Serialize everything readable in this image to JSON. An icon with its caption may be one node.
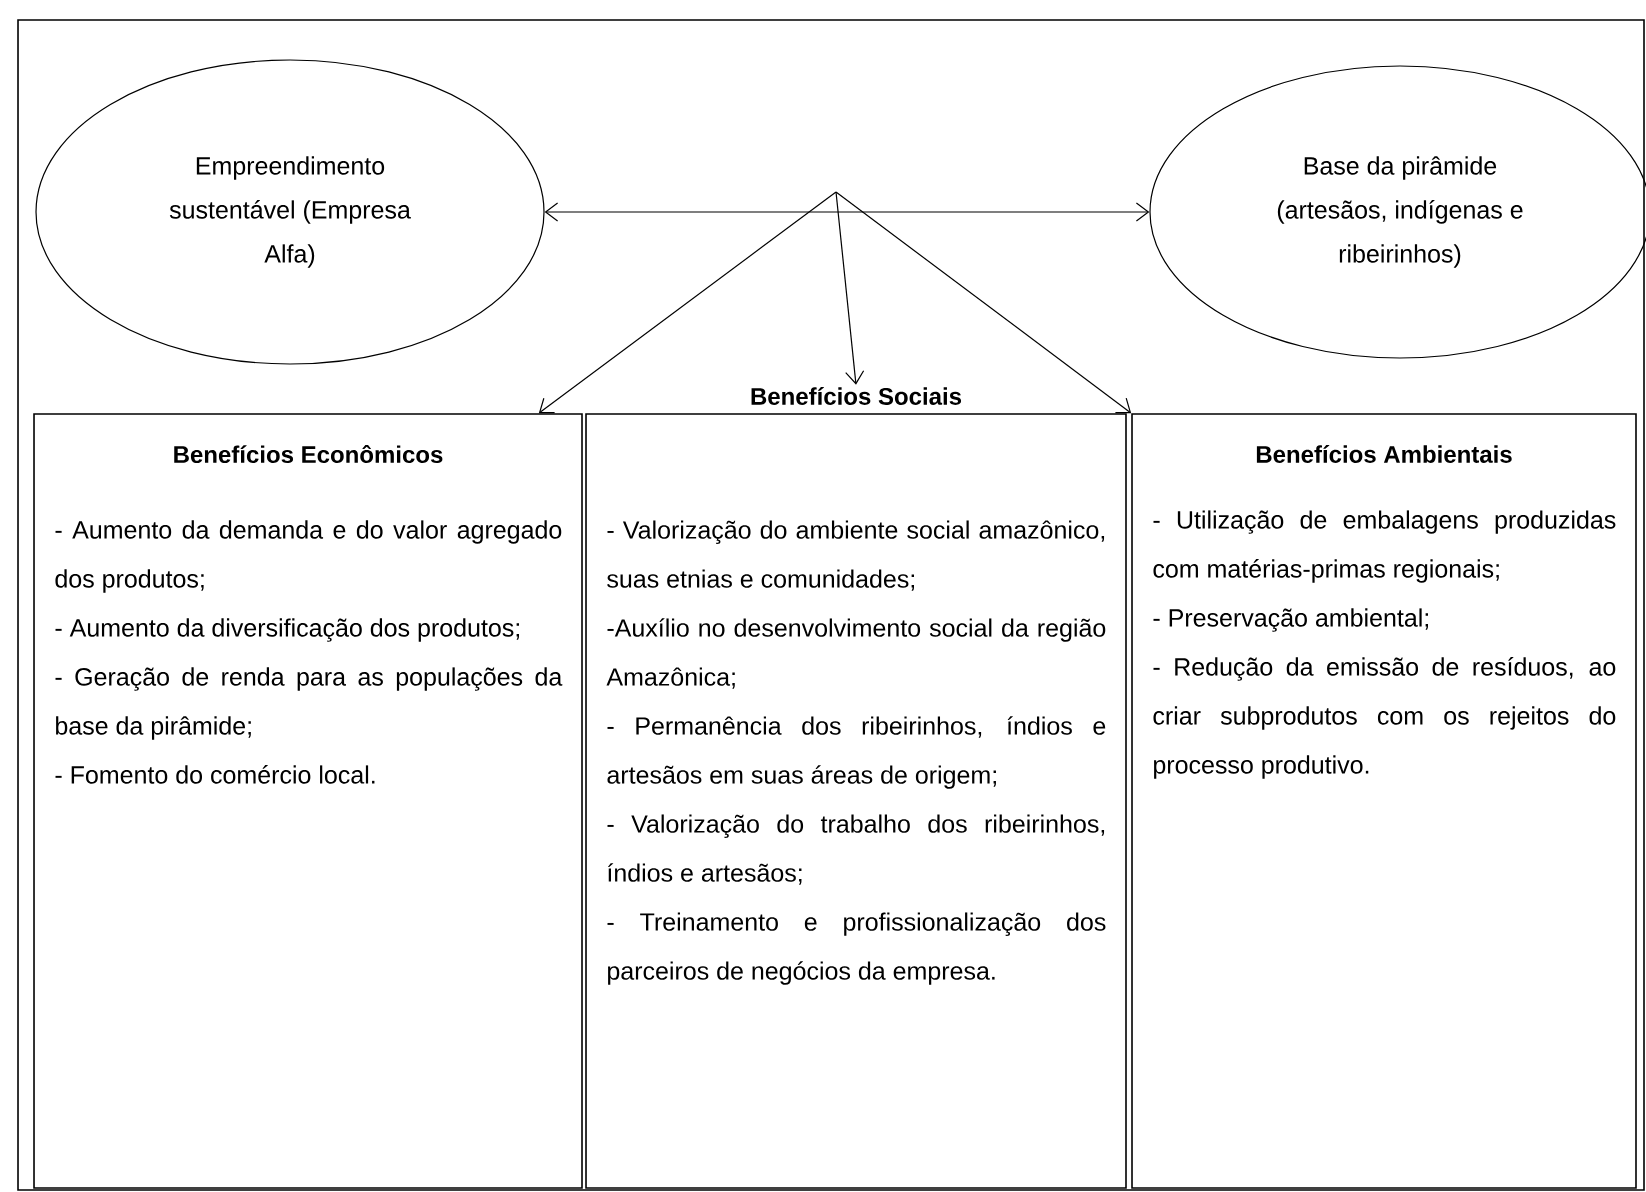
{
  "diagram": {
    "nodes": [
      {
        "text": [
          "Empreendimento sustentável (Empresa Alfa)"
        ]
      },
      {
        "text": [
          "Base da pirâmide (artesãos, indígenas e ribeirinhos)"
        ]
      },
      {
        "text": [
          "Benefícios Econômicos",
          "- Aumento da demanda e do valor agregado dos produtos;",
          "- Aumento da diversificação dos produtos;",
          "- Geração de renda para as populações da base da pirâmide;",
          "- Fomento do comércio local."
        ]
      },
      {
        "text": [
          "Benefícios Sociais",
          "- Valorização do ambiente social amazônico, suas etnias e comunidades;",
          "-Auxílio no desenvolvimento social da região Amazônica;",
          "- Permanência dos ribeirinhos, índios e artesãos em suas áreas de origem;",
          "- Valorização do trabalho dos ribeirinhos, índios e artesãos;",
          "- Treinamento e profissionalização dos parceiros de negócios da empresa."
        ]
      },
      {
        "text": [
          "Benefícios Ambientais",
          "- Utilização de embalagens produzidas com matérias-primas regionais;",
          "- Preservação ambiental;",
          "- Redução da emissão de resíduos, ao criar subprodutos com os rejeitos do processo produtivo."
        ]
      }
    ],
    "edges": [
      {
        "from": 0,
        "to": 1,
        "arrow": "both"
      },
      {
        "from": null,
        "to": 2,
        "arrow": "to"
      },
      {
        "from": null,
        "to": 3,
        "arrow": "to"
      },
      {
        "from": null,
        "to": 4,
        "arrow": "to"
      }
    ]
  }
}
